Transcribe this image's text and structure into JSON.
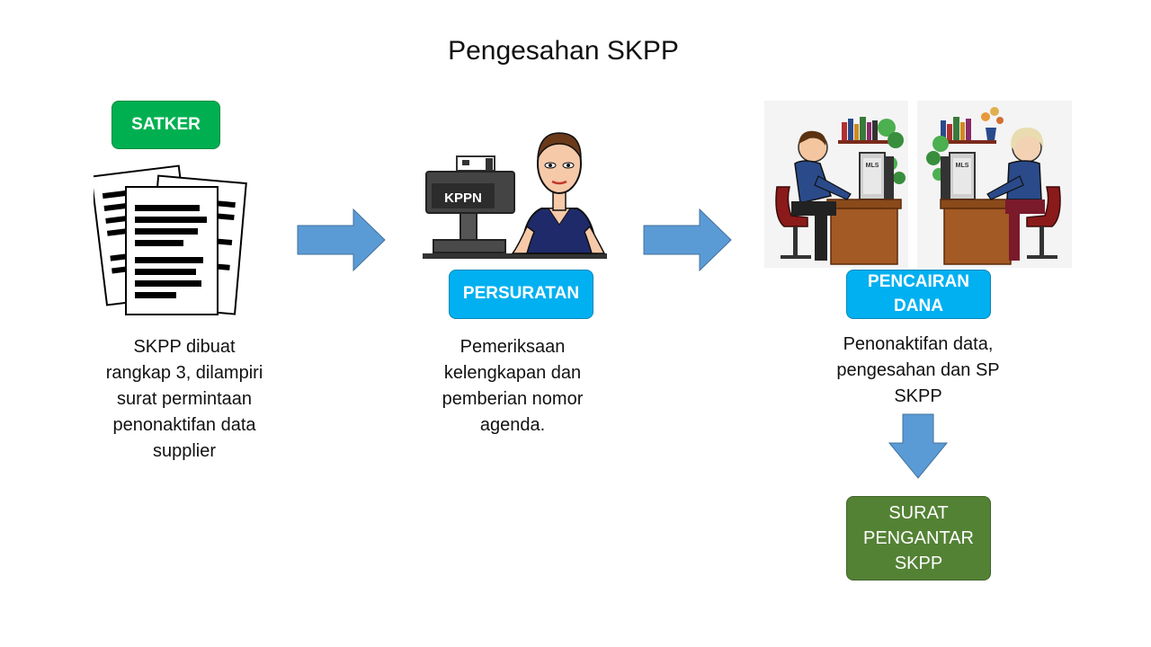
{
  "title": "Pengesahan SKPP",
  "colors": {
    "green_badge": "#00b050",
    "blue_badge": "#00b0f0",
    "olive_badge": "#548235",
    "arrow": "#5b9bd5"
  },
  "steps": [
    {
      "badge": "SATKER",
      "description": "SKPP dibuat rangkap 3, dilampiri surat permintaan penonaktifan data supplier",
      "illustration": "documents-icon"
    },
    {
      "badge": "PERSURATAN",
      "description": "Pemeriksaan kelengkapan dan pemberian nomor agenda.",
      "illustration": "kppn-counter-clerk-icon",
      "counter_sign": "KPPN"
    },
    {
      "badge": "PENCAIRAN DANA",
      "description": "Penonaktifan data, pengesahan dan SP SKPP",
      "illustration": "office-workers-icon",
      "monitor_label": "MLS"
    }
  ],
  "final_step": {
    "badge": "SURAT PENGANTAR SKPP"
  }
}
